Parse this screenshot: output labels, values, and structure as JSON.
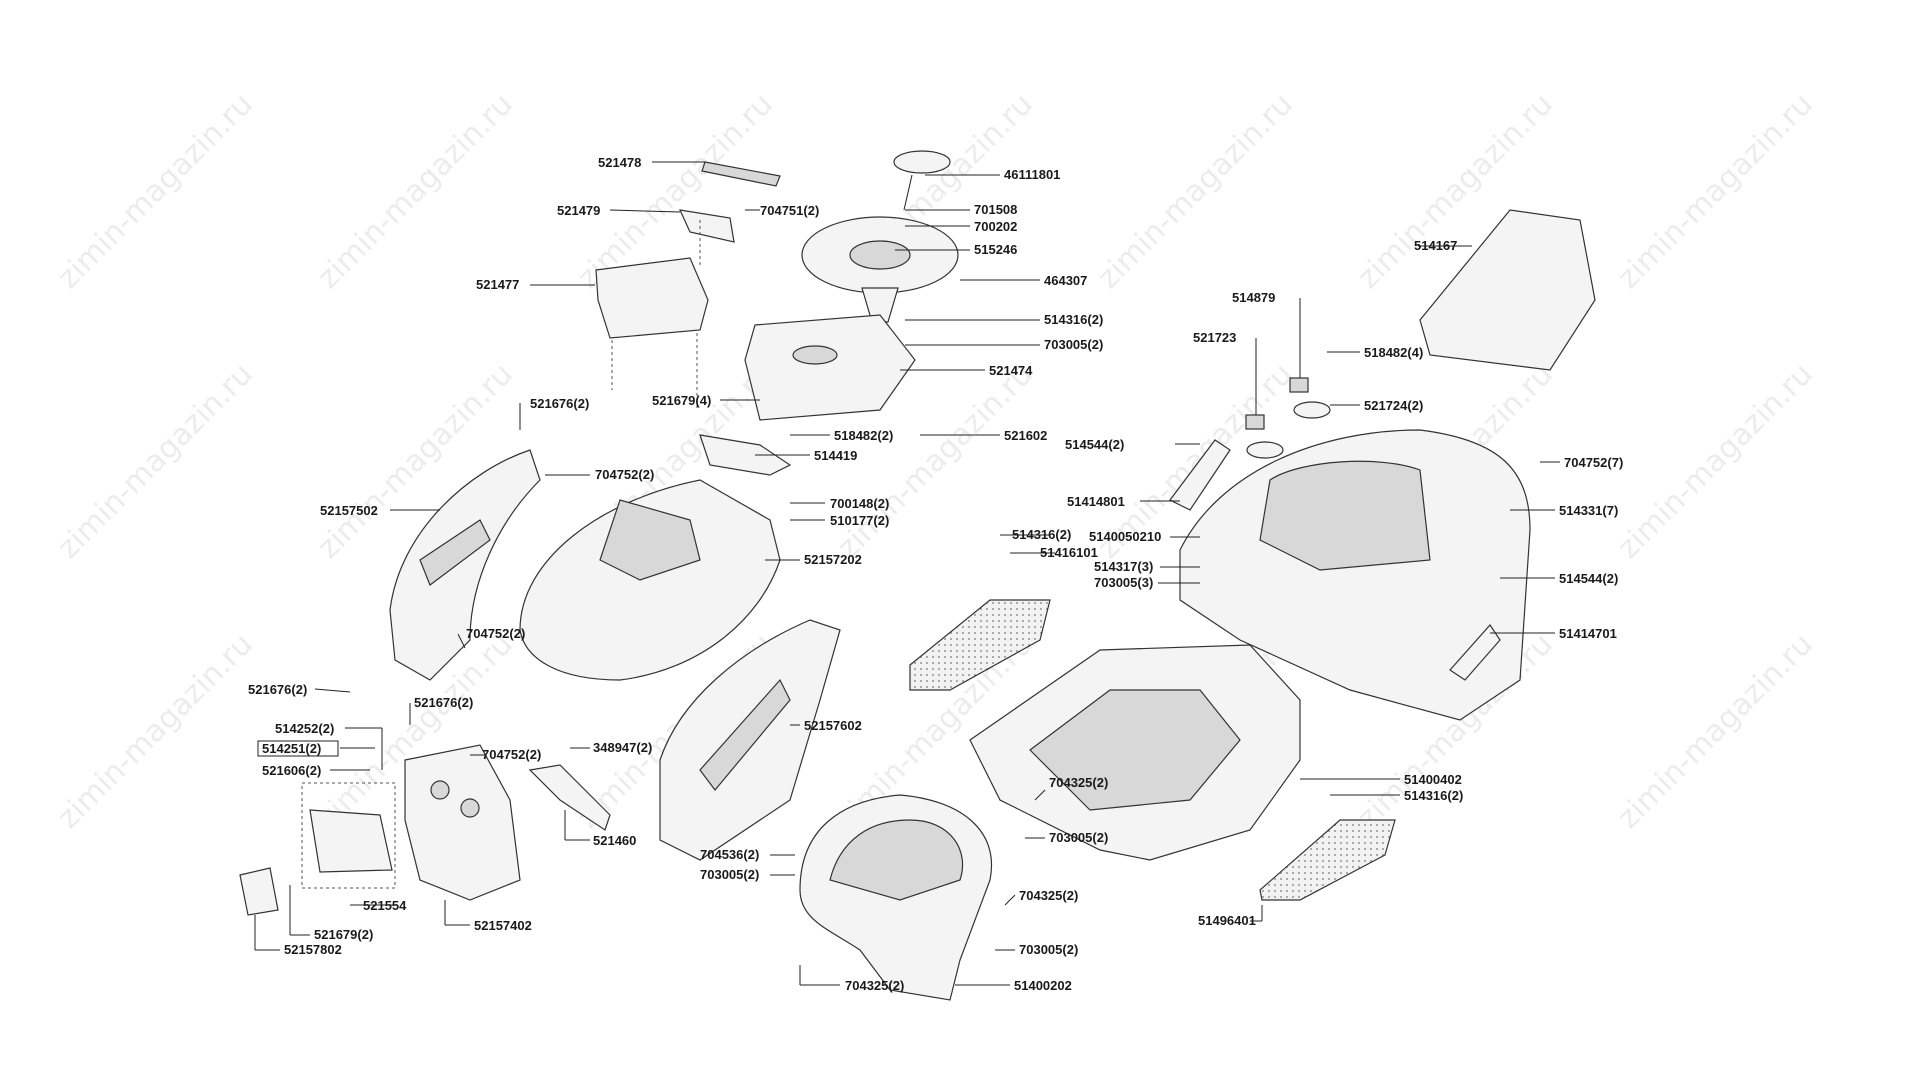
{
  "watermark": "zimin-magazin.ru",
  "labels": {
    "l521478": "521478",
    "l46111801": "46111801",
    "l521479": "521479",
    "l704751": "704751(2)",
    "l701508": "701508",
    "l700202": "700202",
    "l515246": "515246",
    "l521477": "521477",
    "l464307": "464307",
    "l514316a": "514316(2)",
    "l703005a": "703005(2)",
    "l521474": "521474",
    "l521679a": "521679(4)",
    "l518482a": "518482(2)",
    "l521602": "521602",
    "l521676a": "521676(2)",
    "l514419": "514419",
    "l704752a": "704752(2)",
    "l52157502": "52157502",
    "l700148": "700148(2)",
    "l510177": "510177(2)",
    "l52157202": "52157202",
    "l704752b": "704752(2)",
    "l521676b": "521676(2)",
    "l521676c": "521676(2)",
    "l514252": "514252(2)",
    "l514251": "514251(2)",
    "l704752c": "704752(2)",
    "l348947": "348947(2)",
    "l521606": "521606(2)",
    "l521460": "521460",
    "l52157602": "52157602",
    "l521554": "521554",
    "l521679b": "521679(2)",
    "l52157802": "52157802",
    "l52157402": "52157402",
    "l704536": "704536(2)",
    "l703005b": "703005(2)",
    "l704325a": "704325(2)",
    "l703005c": "703005(2)",
    "l704325b": "704325(2)",
    "l703005d": "703005(2)",
    "l704325c": "704325(2)",
    "l51400202": "51400202",
    "l514167": "514167",
    "l514879": "514879",
    "l521723": "521723",
    "l518482b": "518482(4)",
    "l521724": "521724(2)",
    "l514544a": "514544(2)",
    "l704752d": "704752(7)",
    "l51414801": "51414801",
    "l514331": "514331(7)",
    "l514316b": "514316(2)",
    "l5140050210": "5140050210",
    "l51416101": "51416101",
    "l514317": "514317(3)",
    "l703005e": "703005(3)",
    "l514544b": "514544(2)",
    "l51414701": "51414701",
    "l51400402": "51400402",
    "l514316c": "514316(2)",
    "l51496401": "51496401"
  }
}
